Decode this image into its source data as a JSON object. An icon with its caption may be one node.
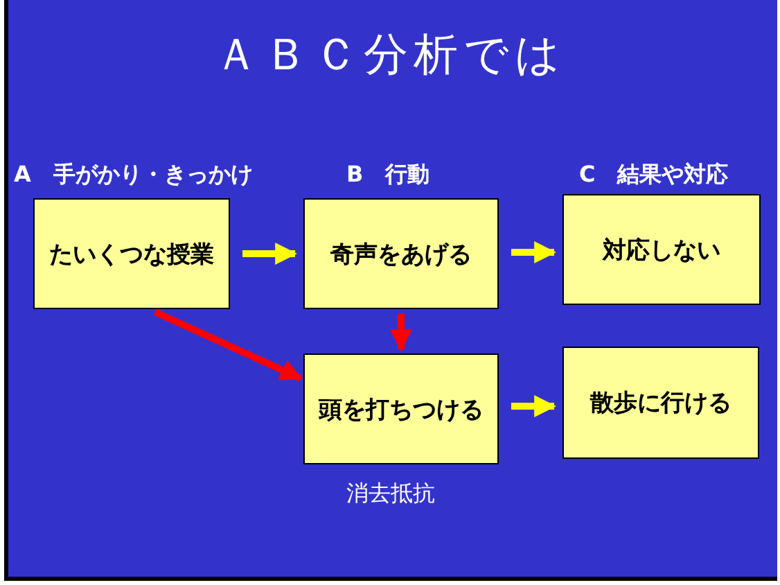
{
  "diagram": {
    "title": "ＡＢＣ分析では",
    "nodes": [
      {
        "text": [
          "A　手がかり・きっかけ",
          "たいくつな授業"
        ]
      },
      {
        "text": [
          "B　行動",
          "奇声をあげる"
        ]
      },
      {
        "text": [
          "C　結果や対応",
          "対応しない"
        ]
      },
      {
        "text": [
          "頭を打ちつける"
        ],
        "beside": [
          "消去抵抗"
        ]
      },
      {
        "text": [
          "散歩に行ける"
        ]
      }
    ],
    "edges": [
      {
        "from": 0,
        "to": 1,
        "arrow": "to"
      },
      {
        "from": 1,
        "to": 2,
        "arrow": "to"
      },
      {
        "from": 1,
        "to": 3,
        "arrow": "to",
        "color": "#ff0000"
      },
      {
        "from": 0,
        "to": 3,
        "arrow": "to",
        "color": "#ff0000"
      },
      {
        "from": 3,
        "to": 4,
        "arrow": "to"
      }
    ]
  }
}
